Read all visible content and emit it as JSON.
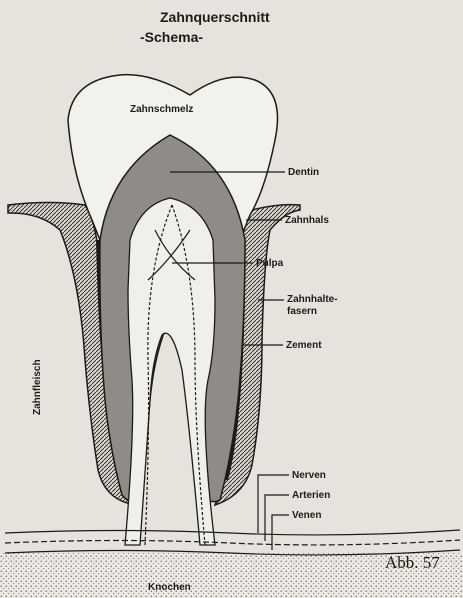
{
  "title": "Zahnquerschnitt",
  "subtitle": "-Schema-",
  "figure_number": "Abb. 57",
  "labels": {
    "enamel": "Zahnschmelz",
    "dentin": "Dentin",
    "neck": "Zahnhals",
    "pulp": "Pulpa",
    "periodontal_fibers_line1": "Zahnhalte-",
    "periodontal_fibers_line2": "fasern",
    "cementum": "Zement",
    "gum": "Zahnfleisch",
    "nerves": "Nerven",
    "arteries": "Arterien",
    "veins": "Venen",
    "bone": "Knochen"
  },
  "colors": {
    "paper": "#e6e3dc",
    "ink": "#1b1b1b",
    "dentin": "#8f8b86",
    "enamel": "#f3f1ec",
    "pulp": "#f1efea",
    "gum_hatch": "#c9c5bd"
  }
}
